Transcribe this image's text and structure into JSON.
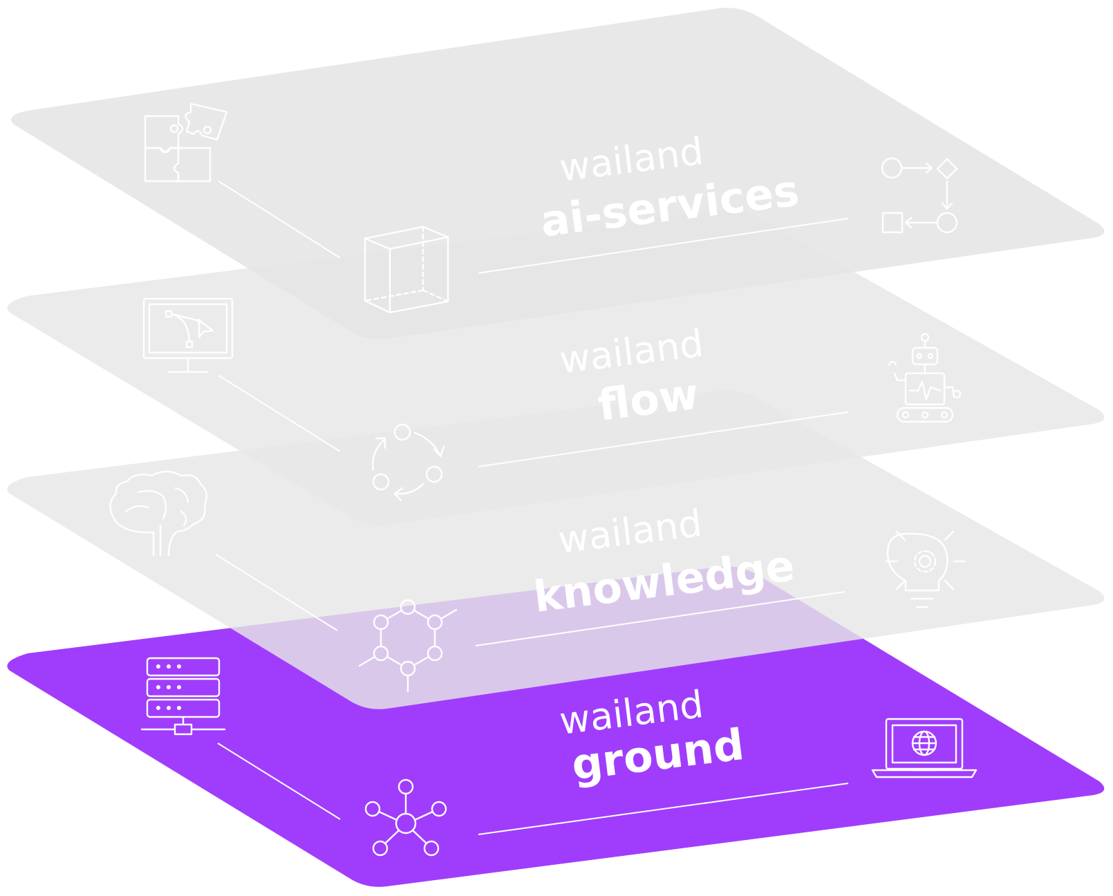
{
  "layers": [
    {
      "id": "ai-services",
      "prefix": "wailand",
      "name": "ai-services",
      "color": "#E6E6E6",
      "icons": [
        "puzzle-icon",
        "cube-icon",
        "process-flow-icon"
      ]
    },
    {
      "id": "flow",
      "prefix": "wailand",
      "name": "flow",
      "color": "#E6E6E6",
      "icons": [
        "monitor-bezier-icon",
        "cycle-icon",
        "robot-icon"
      ]
    },
    {
      "id": "knowledge",
      "prefix": "wailand",
      "name": "knowledge",
      "color": "#E6E6E6",
      "icons": [
        "brain-icon",
        "hexagon-network-icon",
        "lightbulb-gear-icon"
      ]
    },
    {
      "id": "ground",
      "prefix": "wailand",
      "name": "ground",
      "color": "#A03DFC",
      "icons": [
        "server-icon",
        "hub-network-icon",
        "laptop-globe-icon"
      ]
    }
  ]
}
